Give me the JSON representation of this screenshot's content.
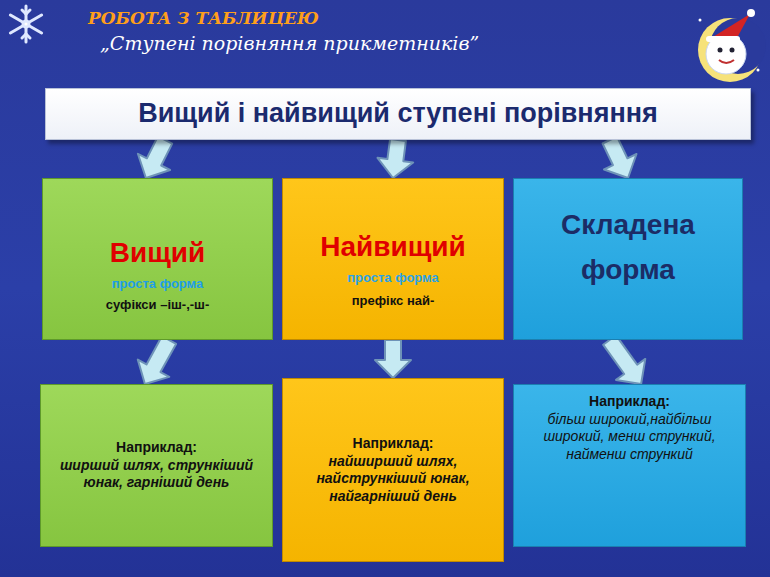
{
  "diagram": {
    "title": "РОБОТА З ТАБЛИЦЕЮ",
    "nodes": [
      {
        "text": [
          "Вищий і найвищий ступені порівняння"
        ]
      },
      {
        "text": [
          "Вищий",
          "проста форма",
          "суфікси –іш-,-ш-"
        ]
      },
      {
        "text": [
          "Найвищий",
          "проста форма",
          "префікс най-"
        ]
      },
      {
        "text": [
          "Складена форма"
        ]
      },
      {
        "text": [
          "Наприклад:",
          "ширший шлях, стрункіший юнак, гарніший день"
        ]
      },
      {
        "text": [
          "Наприклад:",
          "найширший шлях, найстрункіший юнак, найгарніший день"
        ]
      },
      {
        "text": [
          "Наприклад:",
          "більш широкий,найбільш широкий, менш стрункий, найменш стрункий"
        ]
      }
    ],
    "edges": [
      {
        "from": 0,
        "to": 1,
        "arrow": "to"
      },
      {
        "from": 0,
        "to": 2,
        "arrow": "to"
      },
      {
        "from": 0,
        "to": 3,
        "arrow": "to"
      },
      {
        "from": 1,
        "to": 4,
        "arrow": "to"
      },
      {
        "from": 2,
        "to": 5,
        "arrow": "to"
      },
      {
        "from": 3,
        "to": 6,
        "arrow": "to"
      }
    ],
    "labels": [
      "„Ступені порівняння прикметників”"
    ]
  }
}
